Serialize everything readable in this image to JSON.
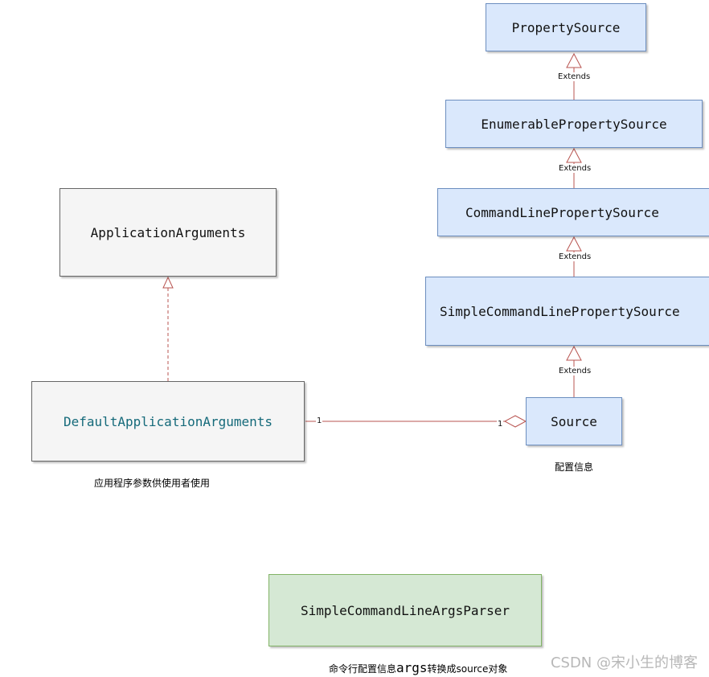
{
  "nodes": {
    "property_source": "PropertySource",
    "enumerable_property_source": "EnumerablePropertySource",
    "command_line_property_source": "CommandLinePropertySource",
    "simple_command_line_property_source": "SimpleCommandLinePropertySource",
    "source": "Source",
    "application_arguments": "ApplicationArguments",
    "default_application_arguments": "DefaultApplicationArguments",
    "simple_command_line_args_parser": "SimpleCommandLineArgsParser"
  },
  "edges": {
    "extends_1": "Extends",
    "extends_2": "Extends",
    "extends_3": "Extends",
    "extends_4": "Extends",
    "aggregation_left_multiplicity": "1",
    "aggregation_right_multiplicity": "1"
  },
  "captions": {
    "source_caption": "配置信息",
    "default_args_caption": "应用程序参数供使用者使用",
    "parser_caption_prefix": "命令行配置信息",
    "parser_caption_code": "args",
    "parser_caption_suffix": "转换成source对象"
  },
  "watermark": "CSDN @宋小生的博客",
  "colors": {
    "class_fill": "#dae8fc",
    "class_border": "#6c8ebf",
    "interface_fill": "#f5f5f5",
    "parser_fill": "#d5e8d4",
    "relation_line": "#b85450",
    "highlight_text": "#156a7a"
  }
}
